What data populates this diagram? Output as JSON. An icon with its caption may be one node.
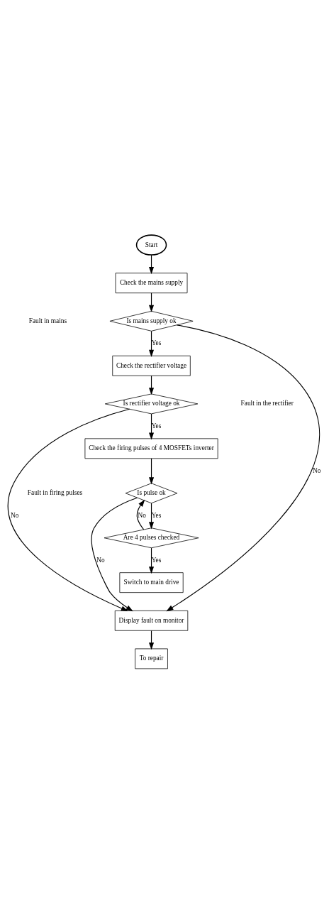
{
  "diagram": {
    "nodes": [
      {
        "text": [
          "Start"
        ]
      },
      {
        "text": [
          "Check the mains supply"
        ]
      },
      {
        "text": [
          "Is mains supply ok"
        ]
      },
      {
        "text": [
          "Check the rectifier voltage"
        ]
      },
      {
        "text": [
          "Is rectifier voltage ok"
        ]
      },
      {
        "text": [
          "Check the firing pulses of 4 MOSFETs inverter"
        ]
      },
      {
        "text": [
          "Is pulse ok"
        ]
      },
      {
        "text": [
          "Are 4 pulses checked"
        ]
      },
      {
        "text": [
          "Switch to main drive"
        ]
      },
      {
        "text": [
          "Display fault on monitor"
        ]
      },
      {
        "text": [
          "To repair"
        ]
      }
    ],
    "edges": [
      {
        "from": 0,
        "to": 1,
        "arrow": "to"
      },
      {
        "from": 1,
        "to": 2,
        "arrow": "to"
      },
      {
        "from": 2,
        "to": 3,
        "arrow": "to",
        "label": "Yes"
      },
      {
        "from": 3,
        "to": 4,
        "arrow": "to"
      },
      {
        "from": 4,
        "to": 5,
        "arrow": "to",
        "label": "Yes"
      },
      {
        "from": 5,
        "to": 6,
        "arrow": "to"
      },
      {
        "from": 6,
        "to": 7,
        "arrow": "to",
        "label": "Yes"
      },
      {
        "from": 7,
        "to": 6,
        "arrow": "to",
        "label": "No"
      },
      {
        "from": 7,
        "to": 8,
        "arrow": "to",
        "label": "Yes"
      },
      {
        "from": 2,
        "to": 9,
        "arrow": "to",
        "label": "No"
      },
      {
        "from": 4,
        "to": 9,
        "arrow": "to",
        "label": "No"
      },
      {
        "from": 6,
        "to": 9,
        "arrow": "to",
        "label": "No"
      },
      {
        "from": 9,
        "to": 10,
        "arrow": "to"
      }
    ],
    "labels": [
      "Fault in mains",
      "Fault in the rectifier",
      "Fault in firing pulses"
    ]
  }
}
